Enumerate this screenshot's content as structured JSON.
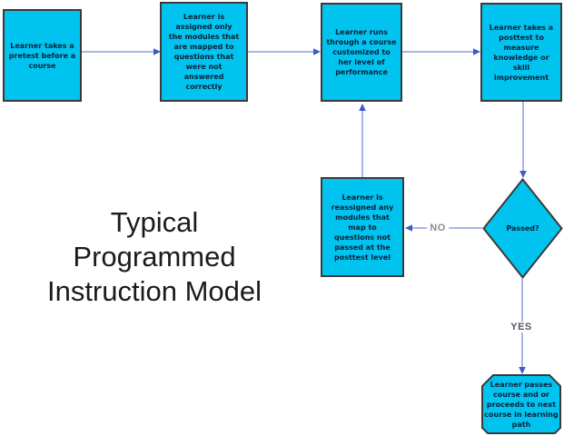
{
  "title": {
    "text": "Typical\nProgrammed\nInstruction Model"
  },
  "nodes": {
    "pretest": {
      "text": "Learner takes a\npretest before a\ncourse"
    },
    "assigned": {
      "text": "Learner is\nassigned only\nthe modules that\nare mapped to\nquestions that\nwere not\nanswered\ncorrectly"
    },
    "course_run": {
      "text": "Learner runs\nthrough a course\ncustomized to\nher level of\nperformance"
    },
    "posttest": {
      "text": "Learner takes a\nposttest to\nmeasure\nknowledge or\nskill\nimprovement"
    },
    "reassigned": {
      "text": "Learner is\nreassigned any\nmodules that\nmap to\nquestions not\npassed at the\nposttest level"
    },
    "decision": {
      "text": "Passed?"
    },
    "passes": {
      "text": "Learner passes\ncourse and or\nproceeds to next\ncourse in learning\npath"
    }
  },
  "labels": {
    "no": "NO",
    "yes": "YES"
  },
  "colors": {
    "background": "#ffffff",
    "node_fill": "#00c4ef",
    "node_border": "#3a3a3a",
    "node_text": "#0b2038",
    "arrow_line": "#a9b7e3",
    "arrow_head": "#3b5bc7",
    "label_no": "#8a8a96",
    "label_yes": "#55555e",
    "title_text": "#1b1b1b"
  }
}
